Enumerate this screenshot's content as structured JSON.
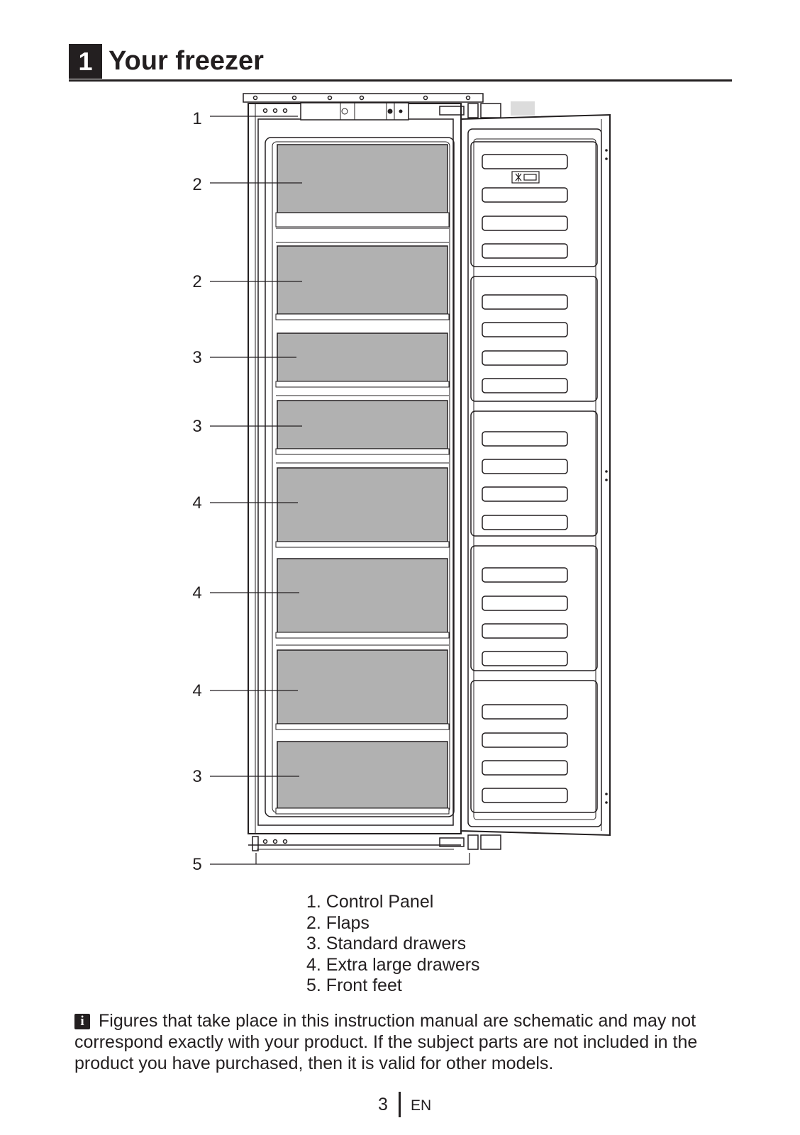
{
  "header": {
    "section_number": "1",
    "title": "Your freezer"
  },
  "figure": {
    "callouts": [
      {
        "number": "1"
      },
      {
        "number": "2"
      },
      {
        "number": "2"
      },
      {
        "number": "3"
      },
      {
        "number": "3"
      },
      {
        "number": "4"
      },
      {
        "number": "4"
      },
      {
        "number": "4"
      },
      {
        "number": "3"
      },
      {
        "number": "5"
      }
    ],
    "drawer_fill_color": "#b1b1b1",
    "line_color": "#231f20"
  },
  "legend": {
    "items": [
      "1. Control Panel",
      "2. Flaps",
      "3. Standard drawers",
      "4. Extra large drawers",
      "5. Front feet"
    ]
  },
  "note": {
    "icon": "info-icon",
    "text": "Figures that take place in this instruction manual are schematic and may not correspond exactly with your product. If the subject parts are not included in the product you have purchased, then it is valid for other models."
  },
  "footer": {
    "page_number": "3",
    "language": "EN"
  }
}
